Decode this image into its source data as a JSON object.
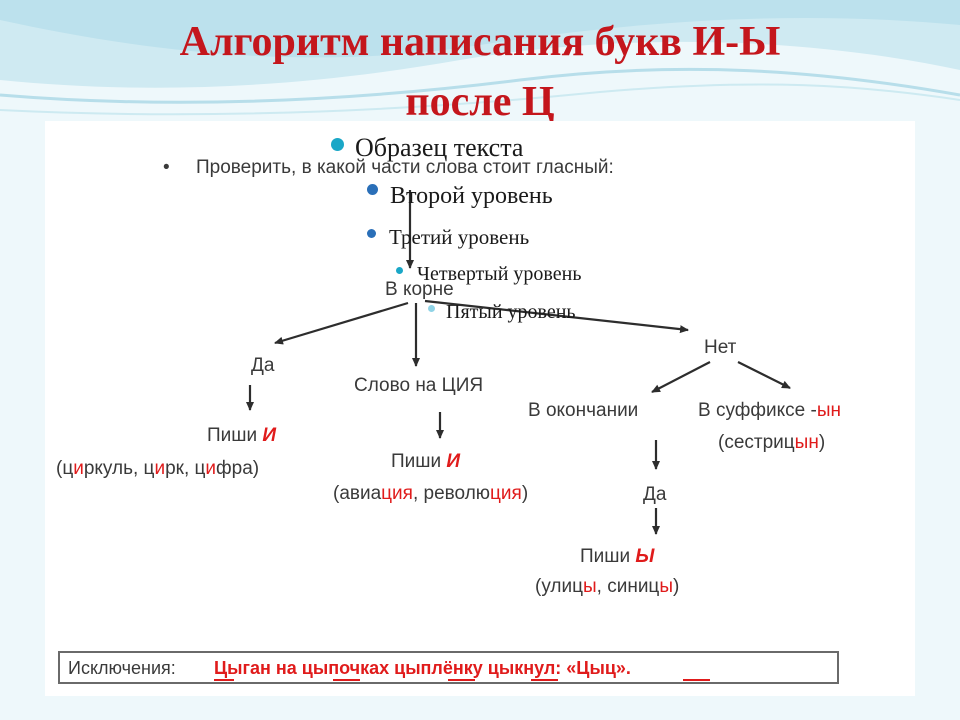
{
  "slide": {
    "title_line1": "Алгоритм написания букв И-Ы",
    "title_line2": "после Ц"
  },
  "placeholder": {
    "level1": "Образец текста",
    "level2": "Второй уровень",
    "level3": "Третий уровень",
    "level4": "Четвертый уровень",
    "level5": "Пятый уровень"
  },
  "diagram": {
    "check": "Проверить, в какой части слова стоит гласный:",
    "root": "В корне",
    "yes": "Да",
    "word_tsiya": "Слово на ЦИЯ",
    "no": "Нет",
    "ending": "В окончании",
    "suffix_prefix": "В суффиксе -",
    "suffix_red": "ын",
    "sestr_pre": "(сестриц",
    "sestr_red": "ын",
    "sestr_post": ")",
    "write_left": "Пиши ",
    "letter_i": "И",
    "ex1_pre": "(ц",
    "ex1_r1": "и",
    "ex1_m1": "ркуль, ц",
    "ex1_r2": "и",
    "ex1_m2": "рк, ц",
    "ex1_r3": "и",
    "ex1_post": "фра)",
    "write_mid": "Пиши ",
    "letter_i2": "И",
    "ex2_pre": "(авиа",
    "ex2_r1": "ция",
    "ex2_mid": ", револю",
    "ex2_r2": "ция",
    "ex2_post": ")",
    "yes2": "Да",
    "write_right": "Пиши ",
    "letter_y": "Ы",
    "ex3_pre": "(улиц",
    "ex3_r1": "ы",
    "ex3_mid": ", синиц",
    "ex3_r2": "ы",
    "ex3_post": ")",
    "exceptions_label": "Исключения:",
    "exceptions_text": "Цыган на цыпочках цыплёнку цыкнул: «Цыц»."
  },
  "colors": {
    "title": "#c4161c",
    "accent_red": "#e01b1b",
    "bullet_teal": "#1aa7c7",
    "bullet_blue": "#2a6fb8"
  }
}
